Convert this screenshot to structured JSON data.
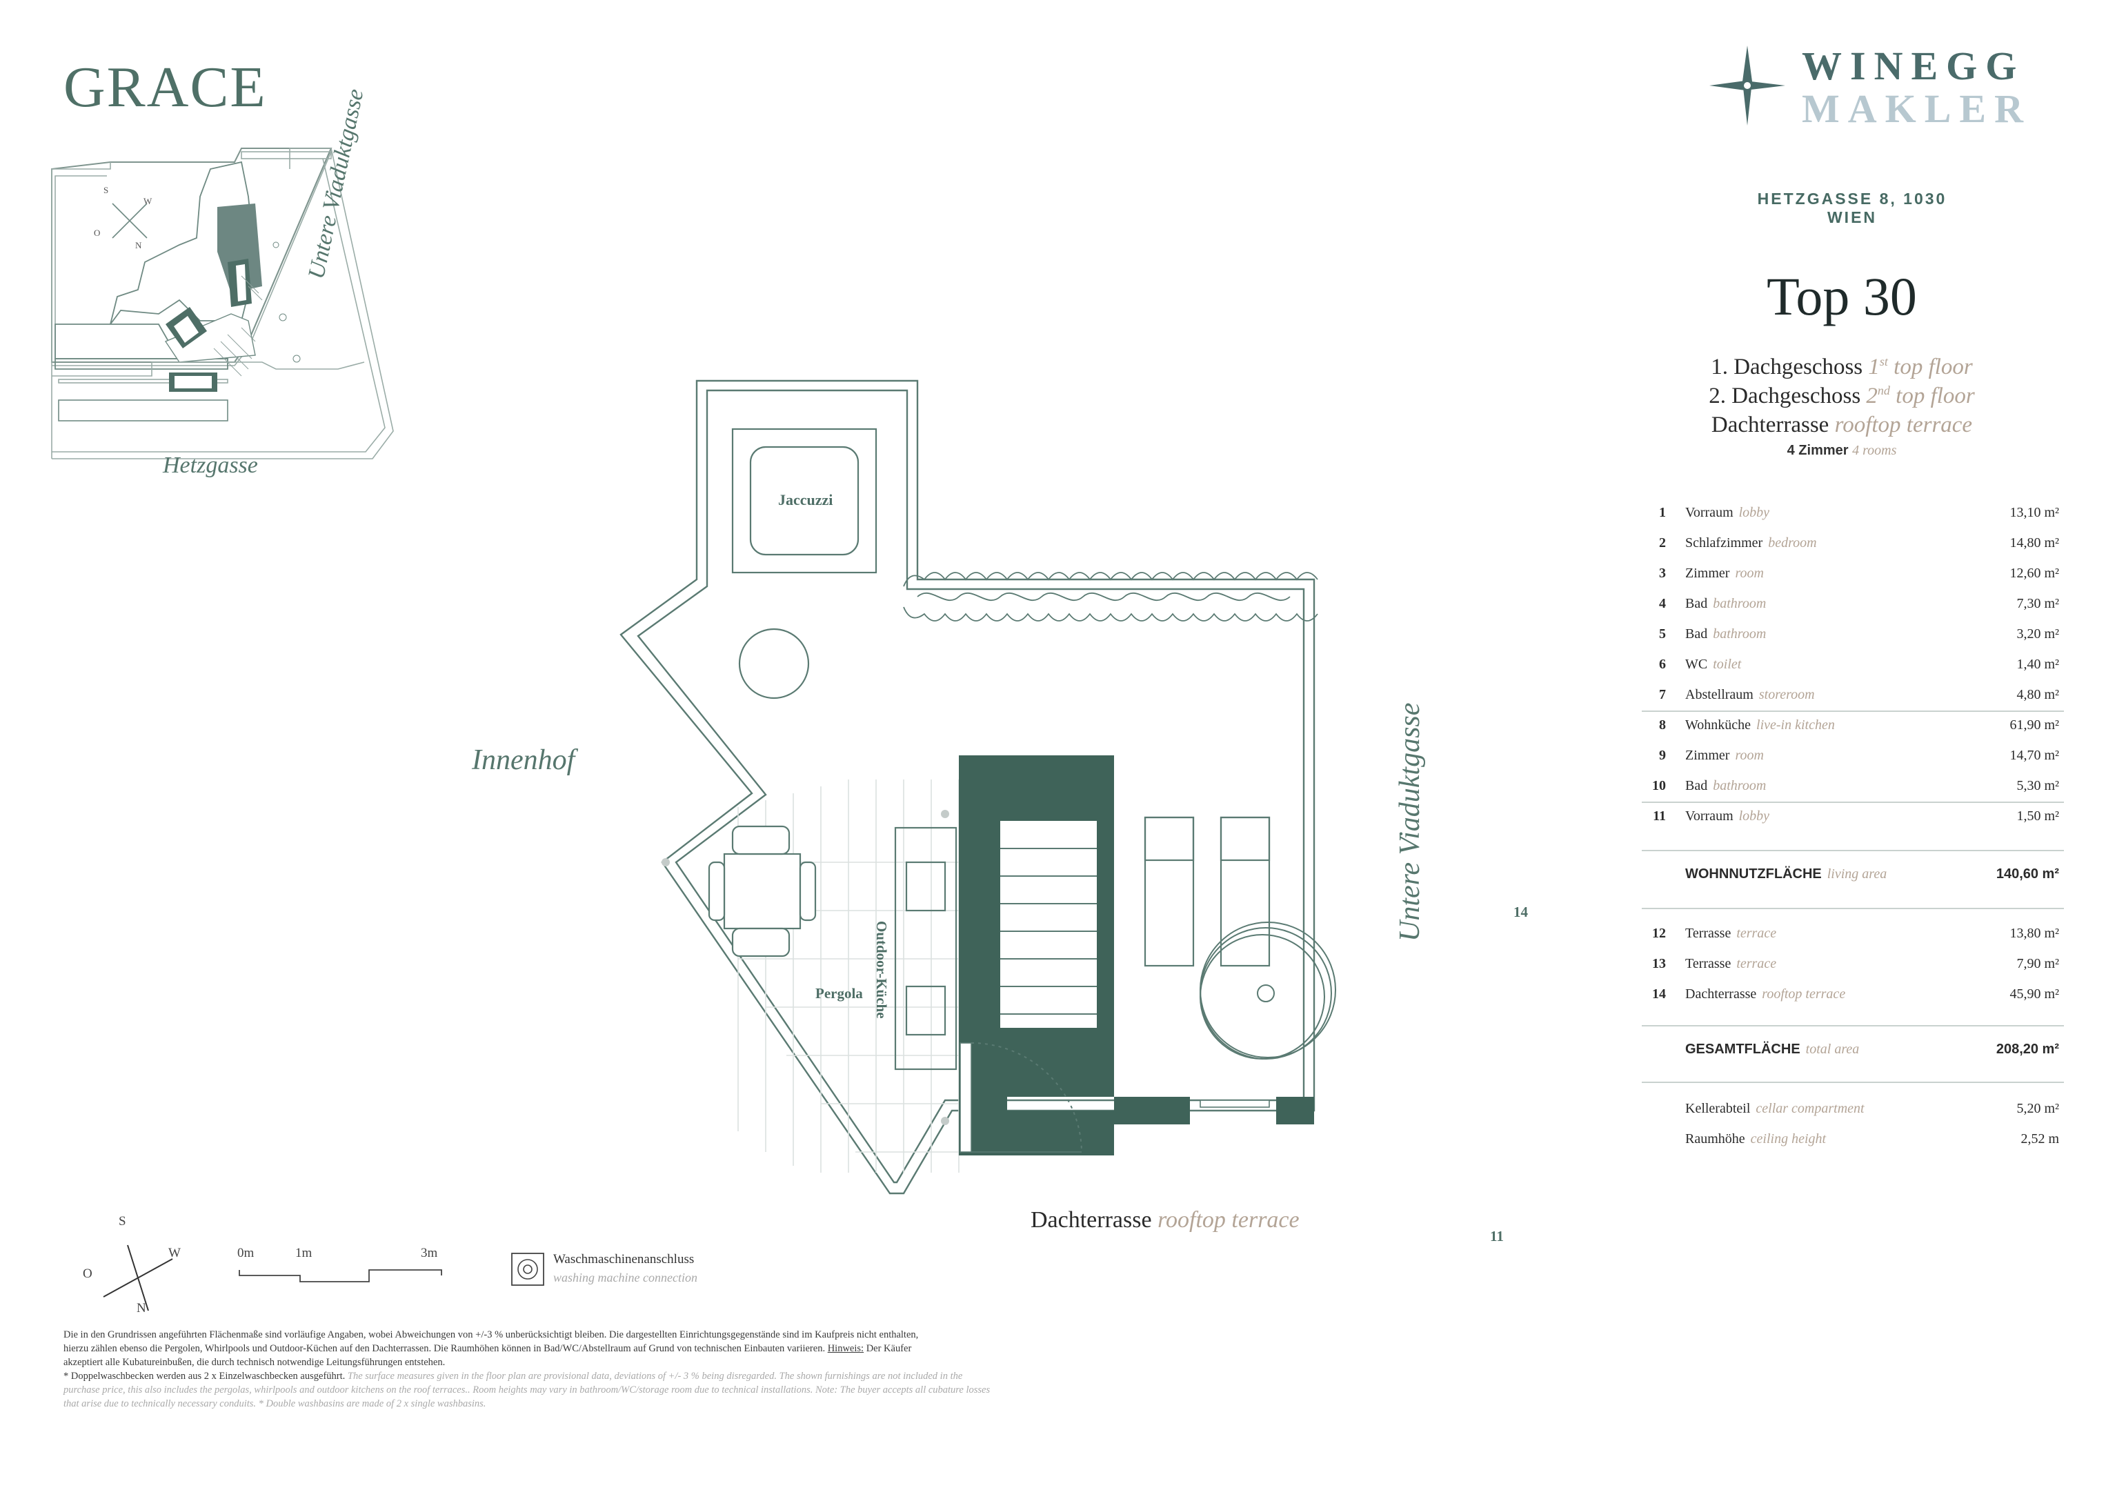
{
  "brand": "GRACE",
  "logo": {
    "line1": "WINEGG",
    "line2": "MAKLER"
  },
  "address": "HETZGASSE 8, 1030 WIEN",
  "unit": {
    "title": "Top 30",
    "floors": [
      {
        "de": "1. Dachgeschoss",
        "en_pre": "1",
        "en_sup": "st",
        "en_post": " top floor"
      },
      {
        "de": "2. Dachgeschoss",
        "en_pre": "2",
        "en_sup": "nd",
        "en_post": " top floor"
      },
      {
        "de": "Dachterrasse",
        "en_pre": "rooftop terrace",
        "en_sup": "",
        "en_post": ""
      }
    ],
    "rooms_de": "4 Zimmer",
    "rooms_en": "4 rooms"
  },
  "rooms": [
    {
      "num": "1",
      "de": "Vorraum",
      "en": "lobby",
      "area": "13,10 m²"
    },
    {
      "num": "2",
      "de": "Schlafzimmer",
      "en": "bedroom",
      "area": "14,80 m²"
    },
    {
      "num": "3",
      "de": "Zimmer",
      "en": "room",
      "area": "12,60 m²"
    },
    {
      "num": "4",
      "de": "Bad",
      "en": "bathroom",
      "area": "7,30 m²"
    },
    {
      "num": "5",
      "de": "Bad",
      "en": "bathroom",
      "area": "3,20 m²"
    },
    {
      "num": "6",
      "de": "WC",
      "en": "toilet",
      "area": "1,40 m²"
    },
    {
      "num": "7",
      "de": "Abstellraum",
      "en": "storeroom",
      "area": "4,80 m²"
    },
    {
      "num": "8",
      "de": "Wohnküche",
      "en": "live-in kitchen",
      "area": "61,90 m²"
    },
    {
      "num": "9",
      "de": "Zimmer",
      "en": "room",
      "area": "14,70 m²"
    },
    {
      "num": "10",
      "de": "Bad",
      "en": "bathroom",
      "area": "5,30 m²"
    },
    {
      "num": "11",
      "de": "Vorraum",
      "en": "lobby",
      "area": "1,50 m²"
    }
  ],
  "living_area": {
    "de": "WOHNNUTZFLÄCHE",
    "en": "living area",
    "area": "140,60 m²"
  },
  "terraces": [
    {
      "num": "12",
      "de": "Terrasse",
      "en": "terrace",
      "area": "13,80 m²"
    },
    {
      "num": "13",
      "de": "Terrasse",
      "en": "terrace",
      "area": "7,90 m²"
    },
    {
      "num": "14",
      "de": "Dachterrasse",
      "en": "rooftop terrace",
      "area": "45,90 m²"
    }
  ],
  "total_area": {
    "de": "GESAMTFLÄCHE",
    "en": "total area",
    "area": "208,20 m²"
  },
  "extras": [
    {
      "de": "Kellerabteil",
      "en": "cellar compartment",
      "value": "5,20 m²"
    },
    {
      "de": "Raumhöhe",
      "en": "ceiling height",
      "value": "2,52 m"
    }
  ],
  "siteplan": {
    "street_right": "Untere Viaduktgasse",
    "street_bottom": "Hetzgasse",
    "compass": {
      "s": "S",
      "w": "W",
      "o": "O",
      "n": "N"
    }
  },
  "plan": {
    "jacuzzi": "Jaccuzzi",
    "courtyard": "Innenhof",
    "outdoor_kitchen": "Outdoor-Küche",
    "pergola": "Pergola",
    "street_right": "Untere Viaduktgasse",
    "terrace_de": "Dachterrasse",
    "terrace_en": "rooftop terrace",
    "marker_14": "14",
    "marker_11": "11"
  },
  "legend": {
    "compass": {
      "s": "S",
      "w": "W",
      "o": "O",
      "n": "N"
    },
    "scale": {
      "zero": "0m",
      "one": "1m",
      "three": "3m"
    },
    "washer_de": "Waschmaschinenanschluss",
    "washer_en": "washing machine connection"
  },
  "footnote": {
    "de1": "Die in den Grundrissen angeführten Flächenmaße sind vorläufige Angaben, wobei Abweichungen von +/-3 % unberücksichtigt bleiben. Die dargestellten Einrichtungsgegenstände sind im Kaufpreis nicht enthalten,",
    "de2": "hierzu zählen ebenso die Pergolen, Whirlpools und Outdoor-Küchen auf den Dachterrassen. Die Raumhöhen können in Bad/WC/Abstellraum auf Grund von technischen Einbauten variieren.",
    "hinweis": "Hinweis:",
    "de3": "Der Käufer",
    "de4": "akzeptiert alle Kubatureinbußen, die durch technisch notwendige Leitungsführungen entstehen.",
    "de5": "* Doppelwaschbecken werden aus 2 x Einzelwaschbecken ausgeführt.",
    "en1": "The surface measures given in the floor plan are provisional data, deviations of +/- 3 % being disregarded. The shown furnishings are not included in the",
    "en2": "purchase price, this also includes the pergolas, whirlpools and outdoor kitchens on the roof terraces.. Room heights may vary in bathroom/WC/storage room due to technical installations. Note: The buyer accepts all cubature losses",
    "en3": "that arise due to technically necessary conduits. * Double washbasins are made of 2 x single washbasins."
  }
}
